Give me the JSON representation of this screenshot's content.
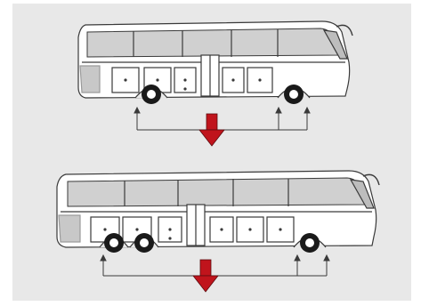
{
  "colors": {
    "background": "#ffffff",
    "panel": "#e8e8e8",
    "outline": "#3a3a3a",
    "glass": "#d0d0d0",
    "arrow": "#c0141c",
    "tire": "#1a1a1a",
    "rim": "#ffffff",
    "hatch": "#9a9a9a"
  },
  "buses": [
    {
      "id": "top",
      "variant": "two-axle",
      "axles": 2,
      "wheel_icons": [
        "front-wheel",
        "rear-wheel"
      ]
    },
    {
      "id": "bottom",
      "variant": "three-axle",
      "axles": 3,
      "wheel_icons": [
        "front-wheel",
        "rear-tag-wheel",
        "rear-drive-wheel"
      ]
    }
  ],
  "arrows": [
    {
      "direction": "down",
      "icon": "down-arrow-icon"
    },
    {
      "direction": "down",
      "icon": "down-arrow-icon"
    }
  ]
}
